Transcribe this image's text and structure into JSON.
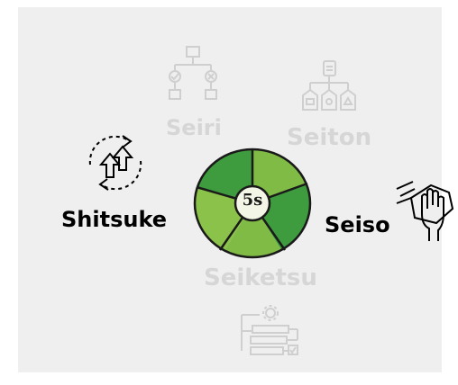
{
  "center": {
    "label": "5s"
  },
  "pillars": {
    "seiri": {
      "label": "Seiri"
    },
    "seiton": {
      "label": "Seiton"
    },
    "seiso": {
      "label": "Seiso"
    },
    "seiketsu": {
      "label": "Seiketsu"
    },
    "shitsuke": {
      "label": "Shitsuke"
    }
  },
  "colors": {
    "background": "#efefef",
    "faded_text": "#d6d6d6",
    "active_text": "#000000",
    "segment_dark": "#3e9b3e",
    "segment_light": "#8bc34a",
    "center_fill": "#f3f6e6",
    "outline": "#1a1a1a"
  }
}
